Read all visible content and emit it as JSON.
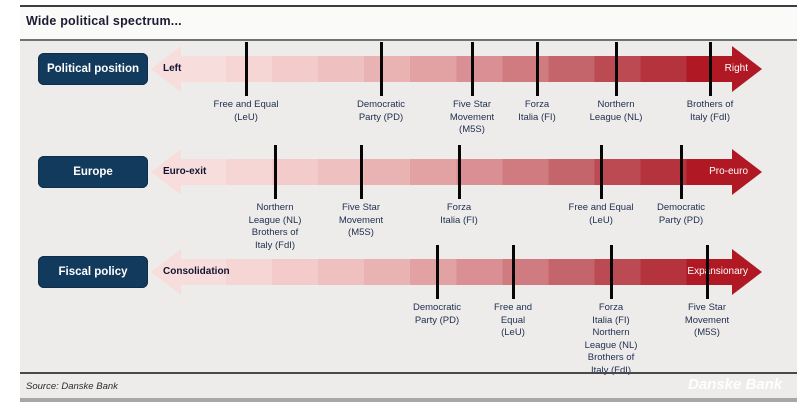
{
  "title": "Wide political spectrum...",
  "source": "Source: Danske Bank",
  "watermark": "Danske Bank",
  "colors": {
    "badge_bg": "#123a5c",
    "arrow_light_end": "#f7dedd",
    "arrow_dark_end": "#b01823",
    "panel_bg": "#edecea",
    "label_text": "#1e2d4d"
  },
  "rows": [
    {
      "badge": "Political position",
      "axis_left": "Left",
      "axis_right": "Right",
      "ticks": [
        {
          "label": "Free and Equal\n(LeU)",
          "position_pct": 16
        },
        {
          "label": "Democratic\nParty (PD)",
          "position_pct": 38
        },
        {
          "label": "Five Star\nMovement\n(M5S)",
          "position_pct": 53
        },
        {
          "label": "Forza\nItalia (FI)",
          "position_pct": 63
        },
        {
          "label": "Northern\nLeague (NL)",
          "position_pct": 76
        },
        {
          "label": "Brothers of\nItaly (FdI)",
          "position_pct": 92
        }
      ]
    },
    {
      "badge": "Europe",
      "axis_left": "Euro-exit",
      "axis_right": "Pro-euro",
      "ticks": [
        {
          "label": "Northern\nLeague (NL)\nBrothers of\nItaly (FdI)",
          "position_pct": 20
        },
        {
          "label": "Five Star\nMovement\n(M5S)",
          "position_pct": 34
        },
        {
          "label": "Forza\nItalia (FI)",
          "position_pct": 50
        },
        {
          "label": "Free and Equal\n(LeU)",
          "position_pct": 74
        },
        {
          "label": "Democratic\nParty (PD)",
          "position_pct": 87
        }
      ]
    },
    {
      "badge": "Fiscal policy",
      "axis_left": "Consolidation",
      "axis_right": "Expansionary",
      "ticks": [
        {
          "label": "Democratic\nParty (PD)",
          "position_pct": 47
        },
        {
          "label": "Free and\nEqual\n(LeU)",
          "position_pct": 59
        },
        {
          "label": "Forza\nItalia (FI)\nNorthern\nLeague (NL)\nBrothers of\nItaly (FdI)",
          "position_pct": 75
        },
        {
          "label": "Five Star\nMovement\n(M5S)",
          "position_pct": 91
        }
      ]
    }
  ]
}
